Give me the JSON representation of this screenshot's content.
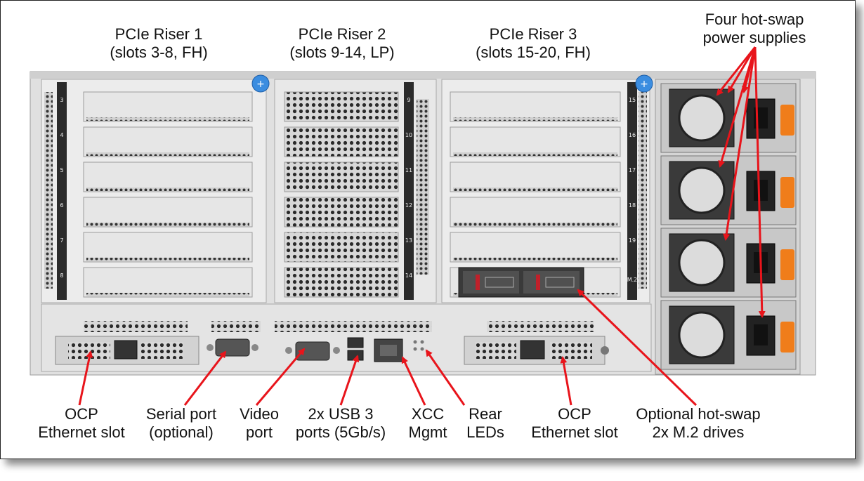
{
  "labels": {
    "riser1": {
      "line1": "PCIe Riser 1",
      "line2": "(slots 3-8, FH)"
    },
    "riser2": {
      "line1": "PCIe Riser 2",
      "line2": "(slots 9-14, LP)"
    },
    "riser3": {
      "line1": "PCIe Riser 3",
      "line2": "(slots 15-20, FH)"
    },
    "psu": {
      "line1": "Four hot-swap",
      "line2": "power supplies"
    },
    "ocp_left": {
      "line1": "OCP",
      "line2": "Ethernet slot"
    },
    "serial": {
      "line1": "Serial port",
      "line2": "(optional)"
    },
    "video": {
      "line1": "Video",
      "line2": "port"
    },
    "usb": {
      "line1": "2x USB 3",
      "line2": "ports (5Gb/s)"
    },
    "xcc": {
      "line1": "XCC",
      "line2": "Mgmt"
    },
    "rear_leds": {
      "line1": "Rear",
      "line2": "LEDs"
    },
    "ocp_right": {
      "line1": "OCP",
      "line2": "Ethernet slot"
    },
    "m2": {
      "line1": "Optional hot-swap",
      "line2": "2x M.2 drives"
    }
  },
  "slot_numbers": {
    "riser1": [
      "3",
      "4",
      "5",
      "6",
      "7",
      "8"
    ],
    "riser2": [
      "9",
      "10",
      "11",
      "12",
      "13",
      "14"
    ],
    "riser3": [
      "15",
      "16",
      "17",
      "18",
      "19"
    ],
    "m2_tag": "M.2"
  },
  "colors": {
    "callout_arrow": "#e8141b",
    "chassis": "#e2e2e2",
    "psu_handle": "#f07d1a",
    "thumbscrew": "#3b8de0",
    "slot_strip": "#2b2b2b"
  }
}
